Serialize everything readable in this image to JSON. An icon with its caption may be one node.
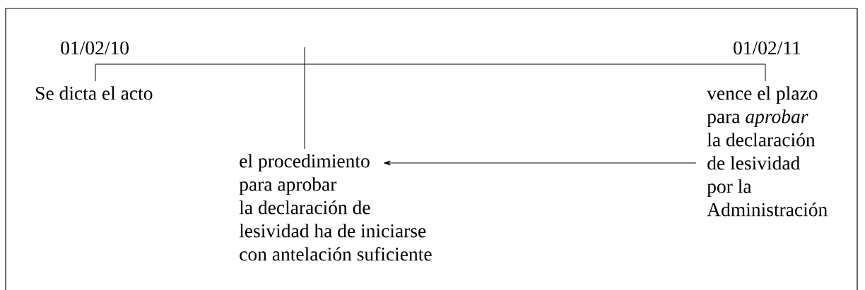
{
  "diagram": {
    "nodes": [
      {
        "text": [
          "Se dicta el acto"
        ]
      },
      {
        "text": [
          "vence el plazo para *aprobar* la declaración de lesividad por la Administración"
        ]
      },
      {
        "text": [
          "el procedimiento para aprobar la declaración de lesividad ha de iniciarse con antelación suficiente"
        ]
      }
    ],
    "edges": [
      {
        "from": 1,
        "to": 2,
        "arrow": "to"
      }
    ],
    "labels": [
      "01/02/10",
      "01/02/11"
    ]
  }
}
